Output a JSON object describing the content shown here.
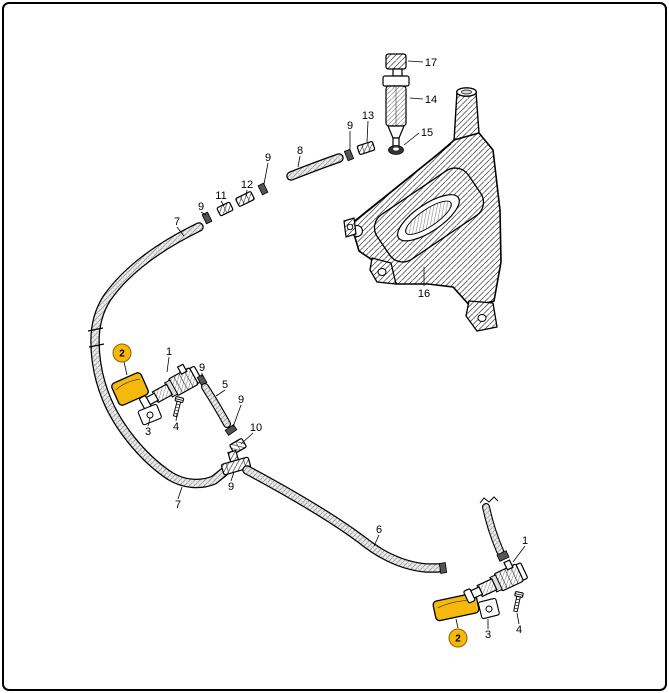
{
  "diagram": {
    "background": "#ffffff",
    "line_color": "#000000",
    "highlight_fill": "#f5b80c",
    "highlight_stroke": "#8a6400",
    "callouts": [
      {
        "part": "17",
        "name": "pump-cap"
      },
      {
        "part": "14",
        "name": "washer-pump"
      },
      {
        "part": "15",
        "name": "grommet"
      },
      {
        "part": "13",
        "name": "connector-13"
      },
      {
        "part": "9",
        "name": "connector-9-a"
      },
      {
        "part": "8",
        "name": "hose-8"
      },
      {
        "part": "9",
        "name": "connector-9-b"
      },
      {
        "part": "12",
        "name": "connector-12"
      },
      {
        "part": "11",
        "name": "connector-11"
      },
      {
        "part": "9",
        "name": "connector-9-c"
      },
      {
        "part": "7",
        "name": "hose-7-upper"
      },
      {
        "part": "16",
        "name": "reservoir"
      },
      {
        "part": "2",
        "name": "highlight-cover-left"
      },
      {
        "part": "1",
        "name": "washer-jet-left"
      },
      {
        "part": "9",
        "name": "connector-9-d"
      },
      {
        "part": "5",
        "name": "hose-5"
      },
      {
        "part": "9",
        "name": "connector-9-e"
      },
      {
        "part": "10",
        "name": "connector-10"
      },
      {
        "part": "3",
        "name": "bracket-left"
      },
      {
        "part": "4",
        "name": "screw-left"
      },
      {
        "part": "9",
        "name": "tee-connector-9"
      },
      {
        "part": "7",
        "name": "hose-7-lower"
      },
      {
        "part": "6",
        "name": "hose-6"
      },
      {
        "part": "1",
        "name": "washer-jet-right"
      },
      {
        "part": "2",
        "name": "highlight-cover-right"
      },
      {
        "part": "3",
        "name": "bracket-right"
      },
      {
        "part": "4",
        "name": "screw-right"
      }
    ]
  }
}
